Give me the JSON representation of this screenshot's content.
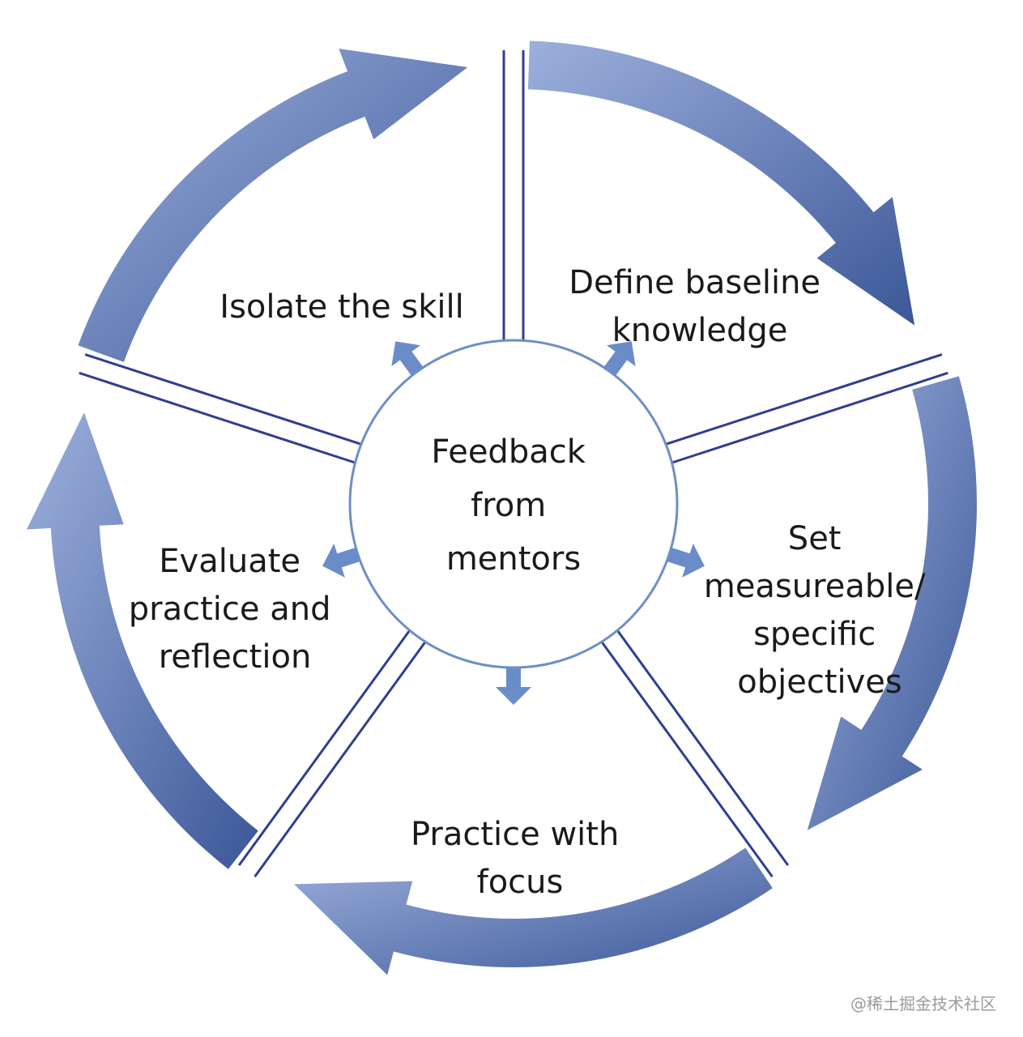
{
  "center": {
    "lines": [
      "Feedback",
      "from",
      "mentors"
    ]
  },
  "segments": [
    {
      "id": "isolate",
      "lines": [
        "Isolate the skill"
      ]
    },
    {
      "id": "define",
      "lines": [
        "Define baseline",
        "knowledge"
      ]
    },
    {
      "id": "set",
      "lines": [
        "Set",
        "measureable/",
        "specific",
        "objectives"
      ]
    },
    {
      "id": "practice",
      "lines": [
        "Practice with",
        "focus"
      ]
    },
    {
      "id": "evaluate",
      "lines": [
        "Evaluate",
        "practice and",
        "reflection"
      ]
    }
  ],
  "watermark": "@稀土掘金技术社区",
  "colors": {
    "arrow_light": "#9db0dc",
    "arrow_dark": "#3b5798",
    "line": "#2f3f8f",
    "center_stroke": "#6e8fc8",
    "small_arrow": "#6a8cc9"
  }
}
